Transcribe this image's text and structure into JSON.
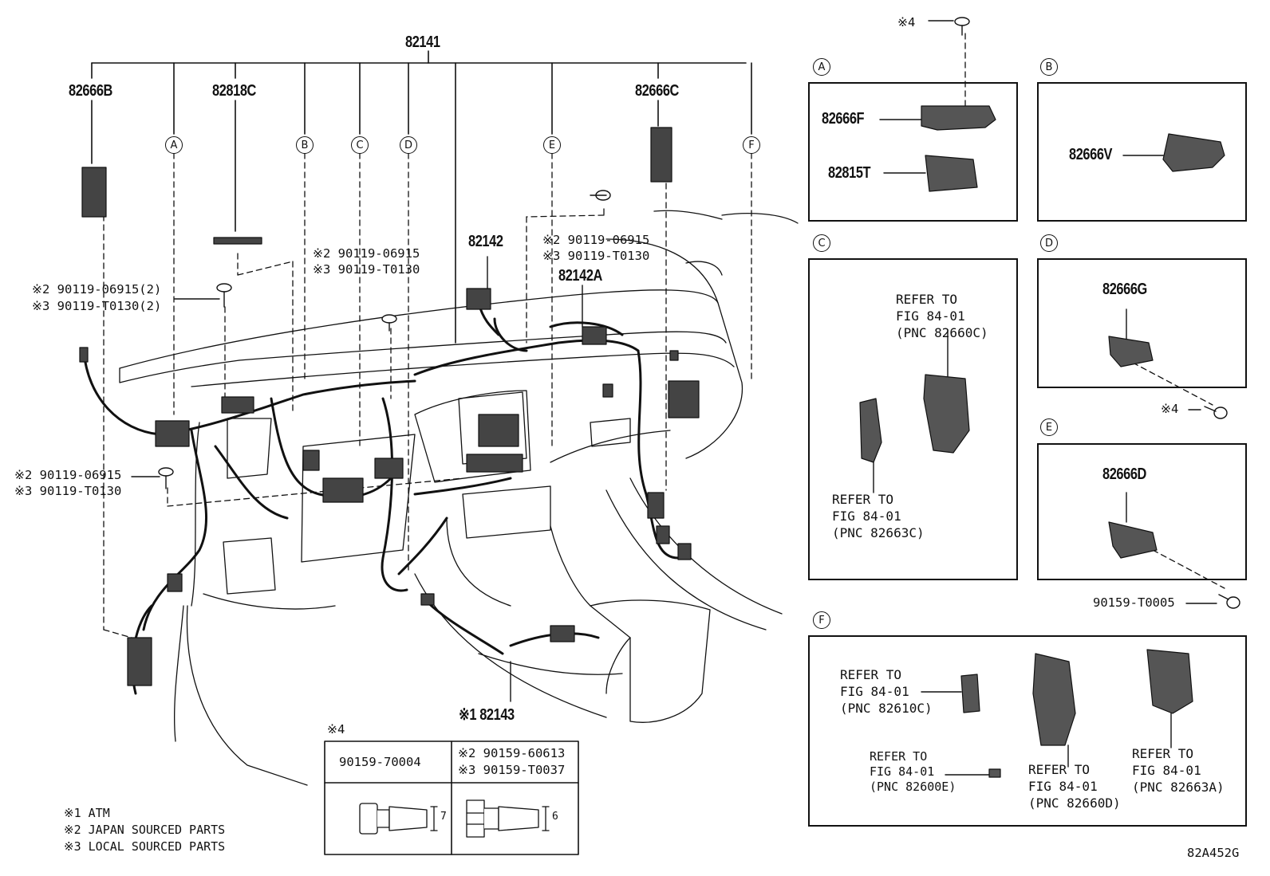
{
  "diagram_code": "82A452G",
  "callouts": {
    "main_harness": "82141",
    "bracket_left": "82666B",
    "bracket_82818c": "82818C",
    "bracket_82666c": "82666C",
    "wire_82142": "82142",
    "wire_82142a": "82142A",
    "wire_82143": "※1 82143"
  },
  "bolts": {
    "left_upper_line1": "※2 90119-06915(2)",
    "left_upper_line2": "※3 90119-T0130(2)",
    "left_lower_line1": "※2 90119-06915",
    "left_lower_line2": "※3 90119-T0130",
    "center_line1": "※2 90119-06915",
    "center_line2": "※3 90119-T0130",
    "right_line1": "※2 90119-06915",
    "right_line2": "※3 90119-T0130"
  },
  "circle_labels": [
    "A",
    "B",
    "C",
    "D",
    "E",
    "F"
  ],
  "detail_a": {
    "tag": "A",
    "note4": "※4",
    "part1": "82666F",
    "part2": "82815T"
  },
  "detail_b": {
    "tag": "B",
    "part1": "82666V"
  },
  "detail_c": {
    "tag": "C",
    "ref1": "REFER TO\nFIG 84-01\n(PNC 82660C)",
    "ref2": "REFER TO\nFIG 84-01\n(PNC 82663C)"
  },
  "detail_d": {
    "tag": "D",
    "part1": "82666G",
    "note4": "※4"
  },
  "detail_e": {
    "tag": "E",
    "part1": "82666D",
    "bolt": "90159-T0005"
  },
  "detail_f": {
    "tag": "F",
    "ref1": "REFER TO\nFIG 84-01\n(PNC 82610C)",
    "ref2": "REFER TO\nFIG 84-01\n(PNC 82600E)",
    "ref3": "REFER TO\nFIG 84-01\n(PNC 82660D)",
    "ref4": "REFER TO\nFIG 84-01\n(PNC 82663A)"
  },
  "fastener_table": {
    "heading": "※4",
    "col1": "90159-70004",
    "col2_line1": "※2 90159-60613",
    "col2_line2": "※3 90159-T0037",
    "dim1": "7",
    "dim2": "6"
  },
  "legend": [
    "※1  ATM",
    "※2  JAPAN SOURCED PARTS",
    "※3  LOCAL SOURCED PARTS"
  ]
}
